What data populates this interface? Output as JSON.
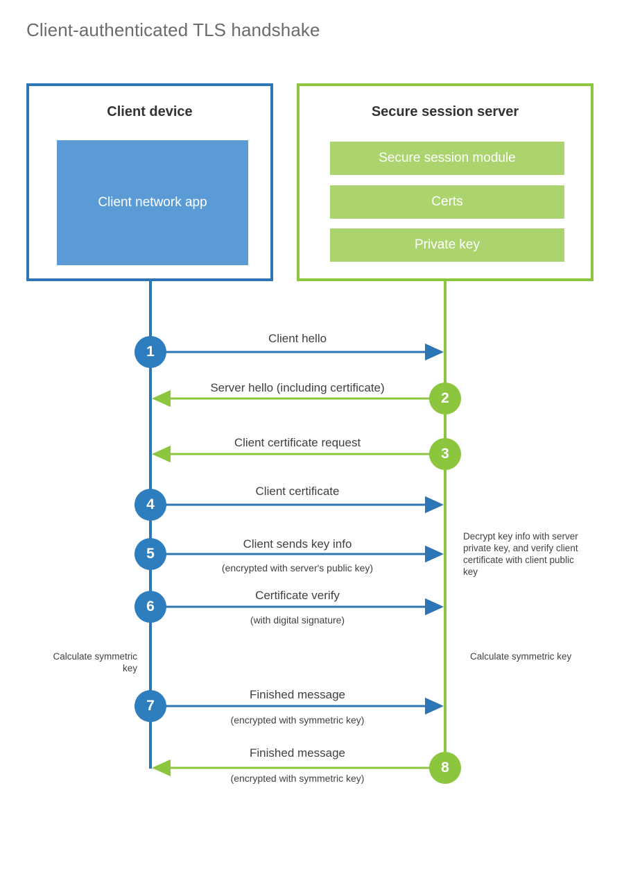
{
  "title": "Client-authenticated TLS handshake",
  "colors": {
    "client_border": "#2e75b6",
    "client_block": "#5b9bd5",
    "server_border": "#8cc63f",
    "server_block": "#abd46e",
    "client_step": "#2e7dbf",
    "server_step": "#8cc63f",
    "text": "#404040",
    "title_text": "#6b6b6b"
  },
  "actors": {
    "client": {
      "title": "Client device",
      "block_label": "Client network app"
    },
    "server": {
      "title": "Secure session server",
      "modules": [
        "Secure session module",
        "Certs",
        "Private key"
      ]
    }
  },
  "notes": {
    "server_decrypt": "Decrypt key info with server private key, and verify client certificate with client public key",
    "client_calc": "Calculate symmetric key",
    "server_calc": "Calculate symmetric key"
  },
  "steps": [
    {
      "number": "1",
      "label": "Client hello",
      "sub": "",
      "direction": "client-to-server",
      "origin": "client"
    },
    {
      "number": "2",
      "label": "Server hello (including certificate)",
      "sub": "",
      "direction": "server-to-client",
      "origin": "server"
    },
    {
      "number": "3",
      "label": "Client certificate request",
      "sub": "",
      "direction": "server-to-client",
      "origin": "server"
    },
    {
      "number": "4",
      "label": "Client certificate",
      "sub": "",
      "direction": "client-to-server",
      "origin": "client"
    },
    {
      "number": "5",
      "label": "Client sends key info",
      "sub": "(encrypted with server's public key)",
      "direction": "client-to-server",
      "origin": "client"
    },
    {
      "number": "6",
      "label": "Certificate verify",
      "sub": "(with digital signature)",
      "direction": "client-to-server",
      "origin": "client"
    },
    {
      "number": "7",
      "label": "Finished message",
      "sub": "(encrypted with symmetric key)",
      "direction": "client-to-server",
      "origin": "client"
    },
    {
      "number": "8",
      "label": "Finished message",
      "sub": "(encrypted with symmetric key)",
      "direction": "server-to-client",
      "origin": "server"
    }
  ]
}
